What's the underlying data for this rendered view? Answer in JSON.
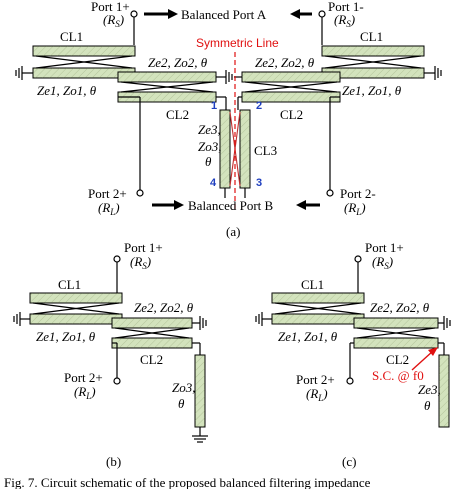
{
  "colors": {
    "line_fill": "#d3e3bd",
    "symmetric_line": "#e01010",
    "port_numbers": "#1f3fbf",
    "sc_annotation": "#e01010"
  },
  "a": {
    "port1p": "Port 1+",
    "port1p_r": "(R",
    "port1p_sub": "S",
    "port1p_close": ")",
    "port1m": "Port 1-",
    "port1m_r": "(R",
    "port1m_sub": "S",
    "port1m_close": ")",
    "port2p": "Port 2+",
    "port2p_r": "(R",
    "port2p_sub": "L",
    "port2p_close": ")",
    "port2m": "Port 2-",
    "port2m_r": "(R",
    "port2m_sub": "L",
    "port2m_close": ")",
    "balanced_a": "Balanced Port A",
    "balanced_b": "Balanced Port B",
    "symmetric": "Symmetric Line",
    "cl1_left": "CL1",
    "cl1_right": "CL1",
    "cl2_left": "CL2",
    "cl2_right": "CL2",
    "cl3": "CL3",
    "z2_left": "Ze2, Zo2, θ",
    "z2_right": "Ze2, Zo2, θ",
    "z1_left": "Ze1, Zo1, θ",
    "z1_right": "Ze1, Zo1, θ",
    "z3_l1": "Ze3,",
    "z3_l2": "Zo3,",
    "z3_l3": "θ",
    "n1": "1",
    "n2": "2",
    "n3": "3",
    "n4": "4",
    "label": "(a)"
  },
  "b": {
    "port1p": "Port 1+",
    "port1p_r": "(R",
    "port1p_sub": "S",
    "port1p_close": ")",
    "port2p": "Port 2+",
    "port2p_r": "(R",
    "port2p_sub": "L",
    "port2p_close": ")",
    "cl1": "CL1",
    "cl2": "CL2",
    "z2": "Ze2, Zo2, θ",
    "z1": "Ze1, Zo1, θ",
    "zo3_l1": "Zo3,",
    "zo3_l2": "θ",
    "label": "(b)"
  },
  "c": {
    "port1p": "Port 1+",
    "port1p_r": "(R",
    "port1p_sub": "S",
    "port1p_close": ")",
    "port2p": "Port 2+",
    "port2p_r": "(R",
    "port2p_sub": "L",
    "port2p_close": ")",
    "cl1": "CL1",
    "cl2": "CL2",
    "z2": "Ze2, Zo2, θ",
    "z1": "Ze1, Zo1, θ",
    "ze3_l1": "Ze3,",
    "ze3_l2": "θ",
    "sc": "S.C. @ f0",
    "label": "(c)"
  },
  "caption": "Fig. 7.    Circuit schematic of the proposed balanced filtering impedance"
}
